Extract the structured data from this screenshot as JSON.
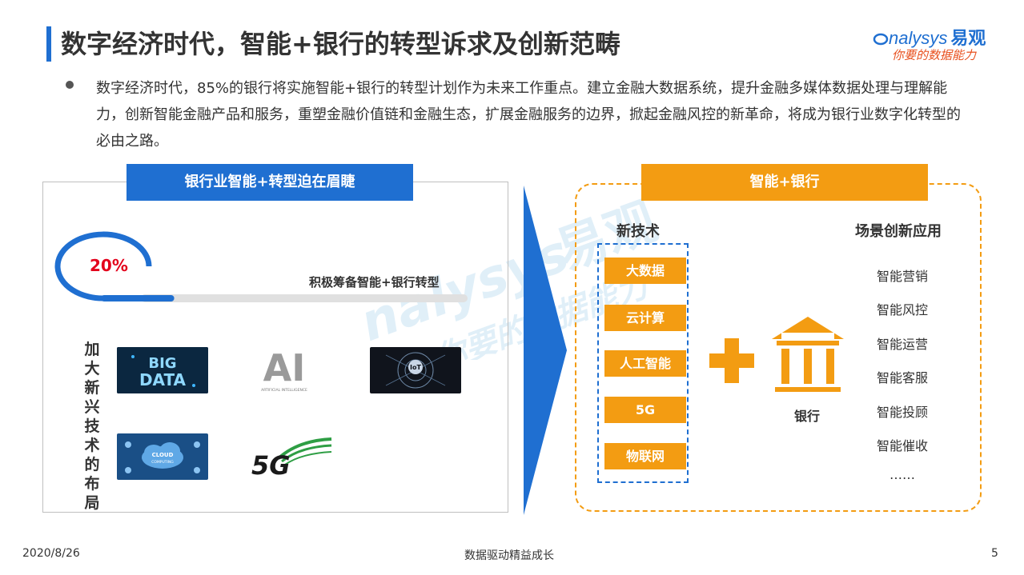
{
  "header": {
    "title": "数字经济时代，智能+银行的转型诉求及创新范畴",
    "logo_brand": "nalysys",
    "logo_cn": "易观",
    "logo_slogan": "你要的数据能力"
  },
  "bullet": {
    "text": "数字经济时代，85%的银行将实施智能+银行的转型计划作为未来工作重点。建立金融大数据系统，提升金融多媒体数据处理与理解能力，创新智能金融产品和服务，重塑金融价值链和金融生态，扩展金融服务的边界，掀起金融风控的新革命，将成为银行业数字化转型的必由之路。"
  },
  "left_panel": {
    "header": "银行业智能+转型迫在眉睫",
    "progress": {
      "percent_label": "20%",
      "value": 0.2,
      "label": "积极筹备智能+银行转型"
    },
    "side_label": "加大新兴技术的布局",
    "tiles": [
      {
        "icon": "big-data-image",
        "text_l1": "BIG",
        "text_l2": "DATA"
      },
      {
        "icon": "ai-image",
        "text": "AI",
        "caption": "ARTIFICIAL INTELLIGENCE"
      },
      {
        "icon": "iot-image",
        "text": "IoT"
      },
      {
        "icon": "cloud-computing-image",
        "text_l1": "CLOUD",
        "text_l2": "COMPUTING"
      },
      {
        "icon": "5g-logo-image",
        "text": "5G"
      }
    ]
  },
  "right_panel": {
    "header": "智能+银行",
    "tech_title": "新技术",
    "tech_items": [
      "大数据",
      "云计算",
      "人工智能",
      "5G",
      "物联网"
    ],
    "plus_icon": "plus-icon",
    "bank_icon": "bank-icon",
    "bank_label": "银行",
    "scene_title": "场景创新应用",
    "scene_items": [
      "智能营销",
      "智能风控",
      "智能运营",
      "智能客服",
      "智能投顾",
      "智能催收",
      "……"
    ]
  },
  "footer": {
    "date": "2020/8/26",
    "slogan": "数据驱动精益成长",
    "page": "5"
  },
  "colors": {
    "blue": "#1f6fd1",
    "orange": "#f39c12",
    "red": "#e3001b"
  }
}
